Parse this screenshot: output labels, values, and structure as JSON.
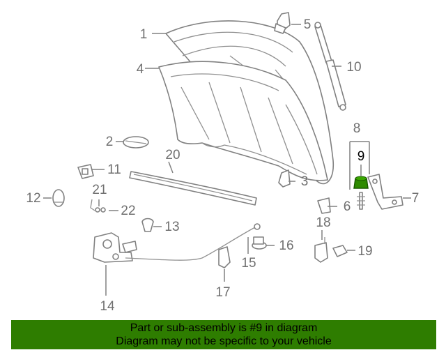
{
  "diagram": {
    "highlight_color": "#2e8b00",
    "footer_color": "#2e7d00",
    "highlighted_part": "9",
    "labels": [
      {
        "id": "1",
        "text": "1"
      },
      {
        "id": "2",
        "text": "2"
      },
      {
        "id": "3",
        "text": "3"
      },
      {
        "id": "4",
        "text": "4"
      },
      {
        "id": "5",
        "text": "5"
      },
      {
        "id": "6",
        "text": "6"
      },
      {
        "id": "7",
        "text": "7"
      },
      {
        "id": "8",
        "text": "8"
      },
      {
        "id": "9",
        "text": "9"
      },
      {
        "id": "10",
        "text": "10"
      },
      {
        "id": "11",
        "text": "11"
      },
      {
        "id": "12",
        "text": "12"
      },
      {
        "id": "13",
        "text": "13"
      },
      {
        "id": "14",
        "text": "14"
      },
      {
        "id": "15",
        "text": "15"
      },
      {
        "id": "16",
        "text": "16"
      },
      {
        "id": "17",
        "text": "17"
      },
      {
        "id": "18",
        "text": "18"
      },
      {
        "id": "19",
        "text": "19"
      },
      {
        "id": "20",
        "text": "20"
      },
      {
        "id": "21",
        "text": "21"
      },
      {
        "id": "22",
        "text": "22"
      }
    ]
  },
  "footer": {
    "line1": "Part or sub-assembly is #9 in diagram",
    "line2": "Diagram may not be specific to your vehicle"
  }
}
